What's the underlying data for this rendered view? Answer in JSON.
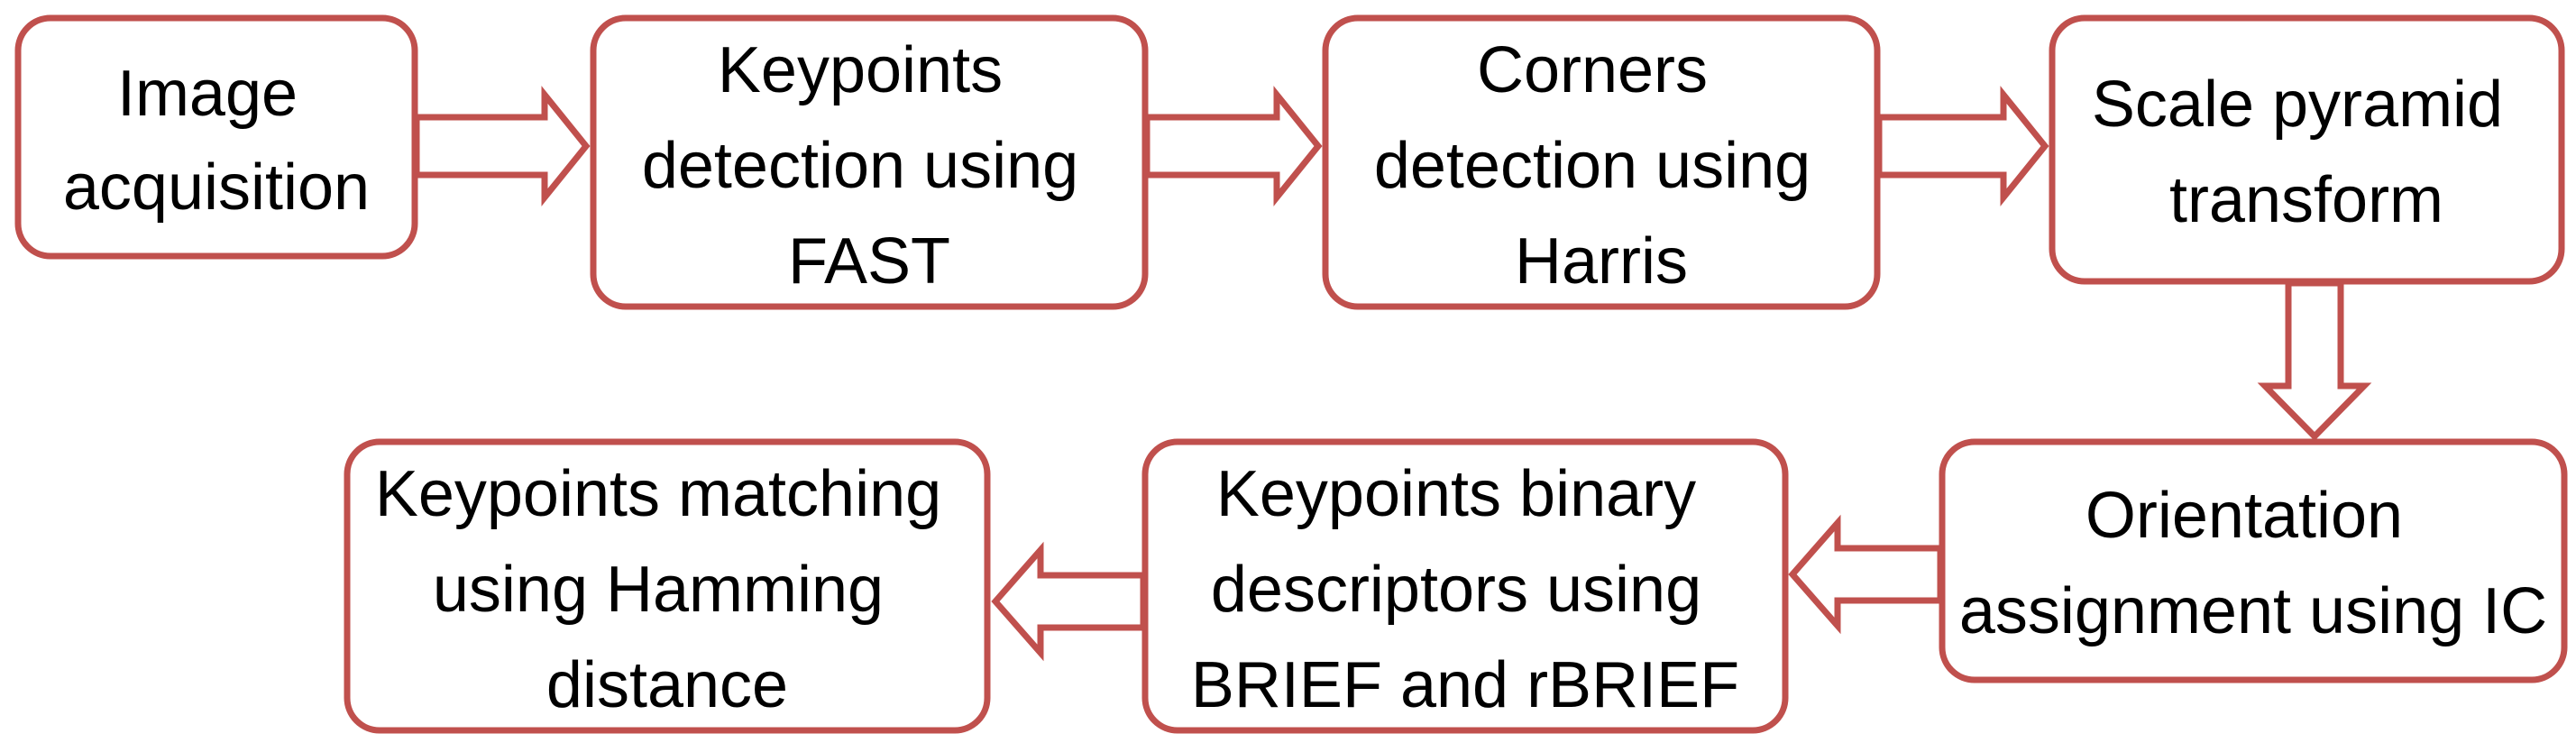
{
  "diagram": {
    "type": "flowchart",
    "colors": {
      "border": "#c0504d",
      "fill": "#ffffff",
      "text": "#000000"
    },
    "nodes": [
      {
        "id": "image-acquisition",
        "lines": [
          "Image",
          "acquisition"
        ]
      },
      {
        "id": "keypoints-detection",
        "lines": [
          "Keypoints",
          "detection using",
          "FAST"
        ]
      },
      {
        "id": "corners-detection",
        "lines": [
          "Corners",
          "detection using",
          "Harris"
        ]
      },
      {
        "id": "scale-pyramid",
        "lines": [
          "Scale pyramid",
          "transform"
        ]
      },
      {
        "id": "orientation-assignment",
        "lines": [
          "Orientation",
          "assignment using IC"
        ]
      },
      {
        "id": "binary-descriptors",
        "lines": [
          "Keypoints binary",
          "descriptors using",
          "BRIEF and rBRIEF"
        ]
      },
      {
        "id": "keypoints-matching",
        "lines": [
          "Keypoints matching",
          "using Hamming",
          "distance"
        ]
      }
    ],
    "edges": [
      {
        "from": "image-acquisition",
        "to": "keypoints-detection"
      },
      {
        "from": "keypoints-detection",
        "to": "corners-detection"
      },
      {
        "from": "corners-detection",
        "to": "scale-pyramid"
      },
      {
        "from": "scale-pyramid",
        "to": "orientation-assignment"
      },
      {
        "from": "orientation-assignment",
        "to": "binary-descriptors"
      },
      {
        "from": "binary-descriptors",
        "to": "keypoints-matching"
      }
    ]
  }
}
